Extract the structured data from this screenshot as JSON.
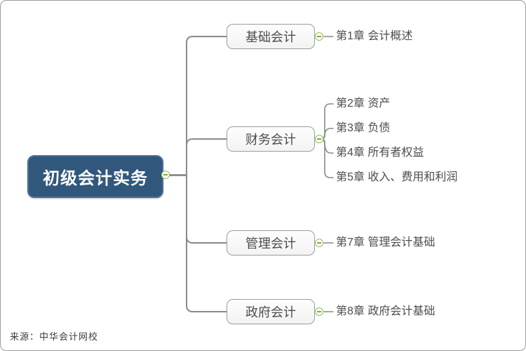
{
  "diagram": {
    "type": "mindmap",
    "root": {
      "label": "初级会计实务"
    },
    "branches": [
      {
        "label": "基础会计",
        "children": [
          {
            "label": "第1章 会计概述"
          }
        ]
      },
      {
        "label": "财务会计",
        "children": [
          {
            "label": "第2章 资产"
          },
          {
            "label": "第3章 负债"
          },
          {
            "label": "第4章 所有者权益"
          },
          {
            "label": "第5章 收入、费用和利润"
          }
        ]
      },
      {
        "label": "管理会计",
        "children": [
          {
            "label": "第7章 管理会计基础"
          }
        ]
      },
      {
        "label": "政府会计",
        "children": [
          {
            "label": "第8章 政府会计基础"
          }
        ]
      }
    ],
    "collapse_icon": "minus-circle"
  },
  "footer": {
    "source_label": "来源：中华会计网校"
  },
  "colors": {
    "root_bg": "#31587C",
    "root_text": "#FFFFFF",
    "branch_bg": "#F6F6F6",
    "branch_border": "#9C9C9C",
    "node_text": "#4D4D4D",
    "connector": "#8A8A8A",
    "collapse_green": "#8FBF55",
    "canvas_border": "#9B9B9B"
  }
}
